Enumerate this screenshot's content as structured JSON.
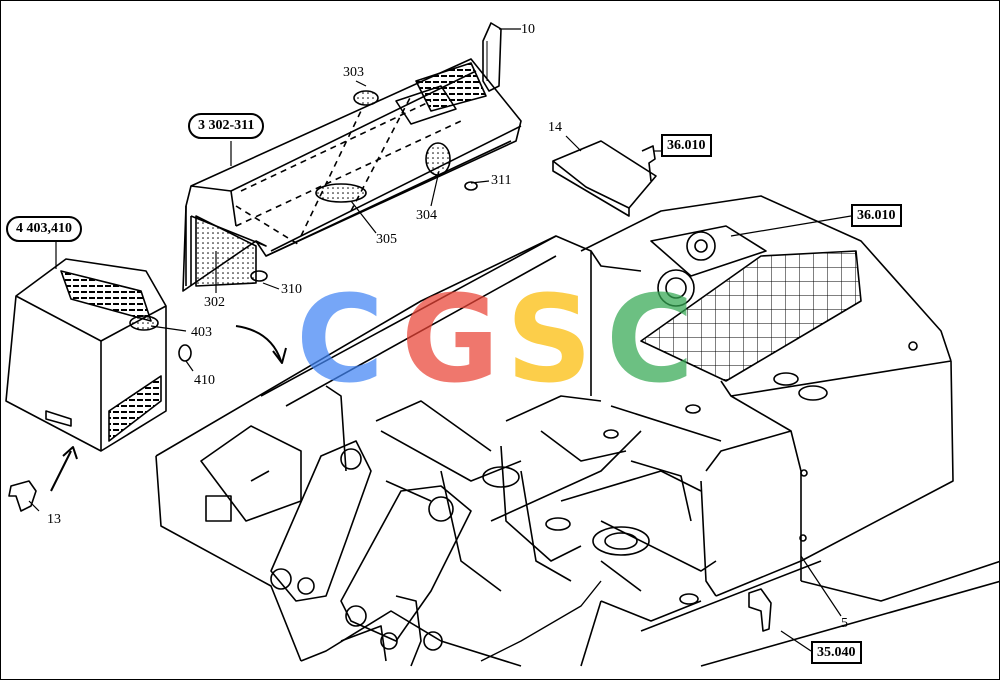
{
  "callouts": {
    "c10": "10",
    "c14": "14",
    "c303": "303",
    "c304": "304",
    "c305": "305",
    "c311": "311",
    "c310": "310",
    "c302": "302",
    "c403": "403",
    "c410": "410",
    "c13": "13",
    "c5": "5"
  },
  "boxed_refs": {
    "assy_cover": "3 302-311",
    "assy_hood": "4 403,410",
    "ref_bolt": "36.010",
    "ref_grid": "36.010",
    "ref_latch": "35.040"
  },
  "watermark": {
    "letters": [
      "C",
      "G",
      "S",
      "C"
    ],
    "colors": [
      "#4285F4",
      "#EA4335",
      "#FBBC05",
      "#34A853"
    ]
  }
}
